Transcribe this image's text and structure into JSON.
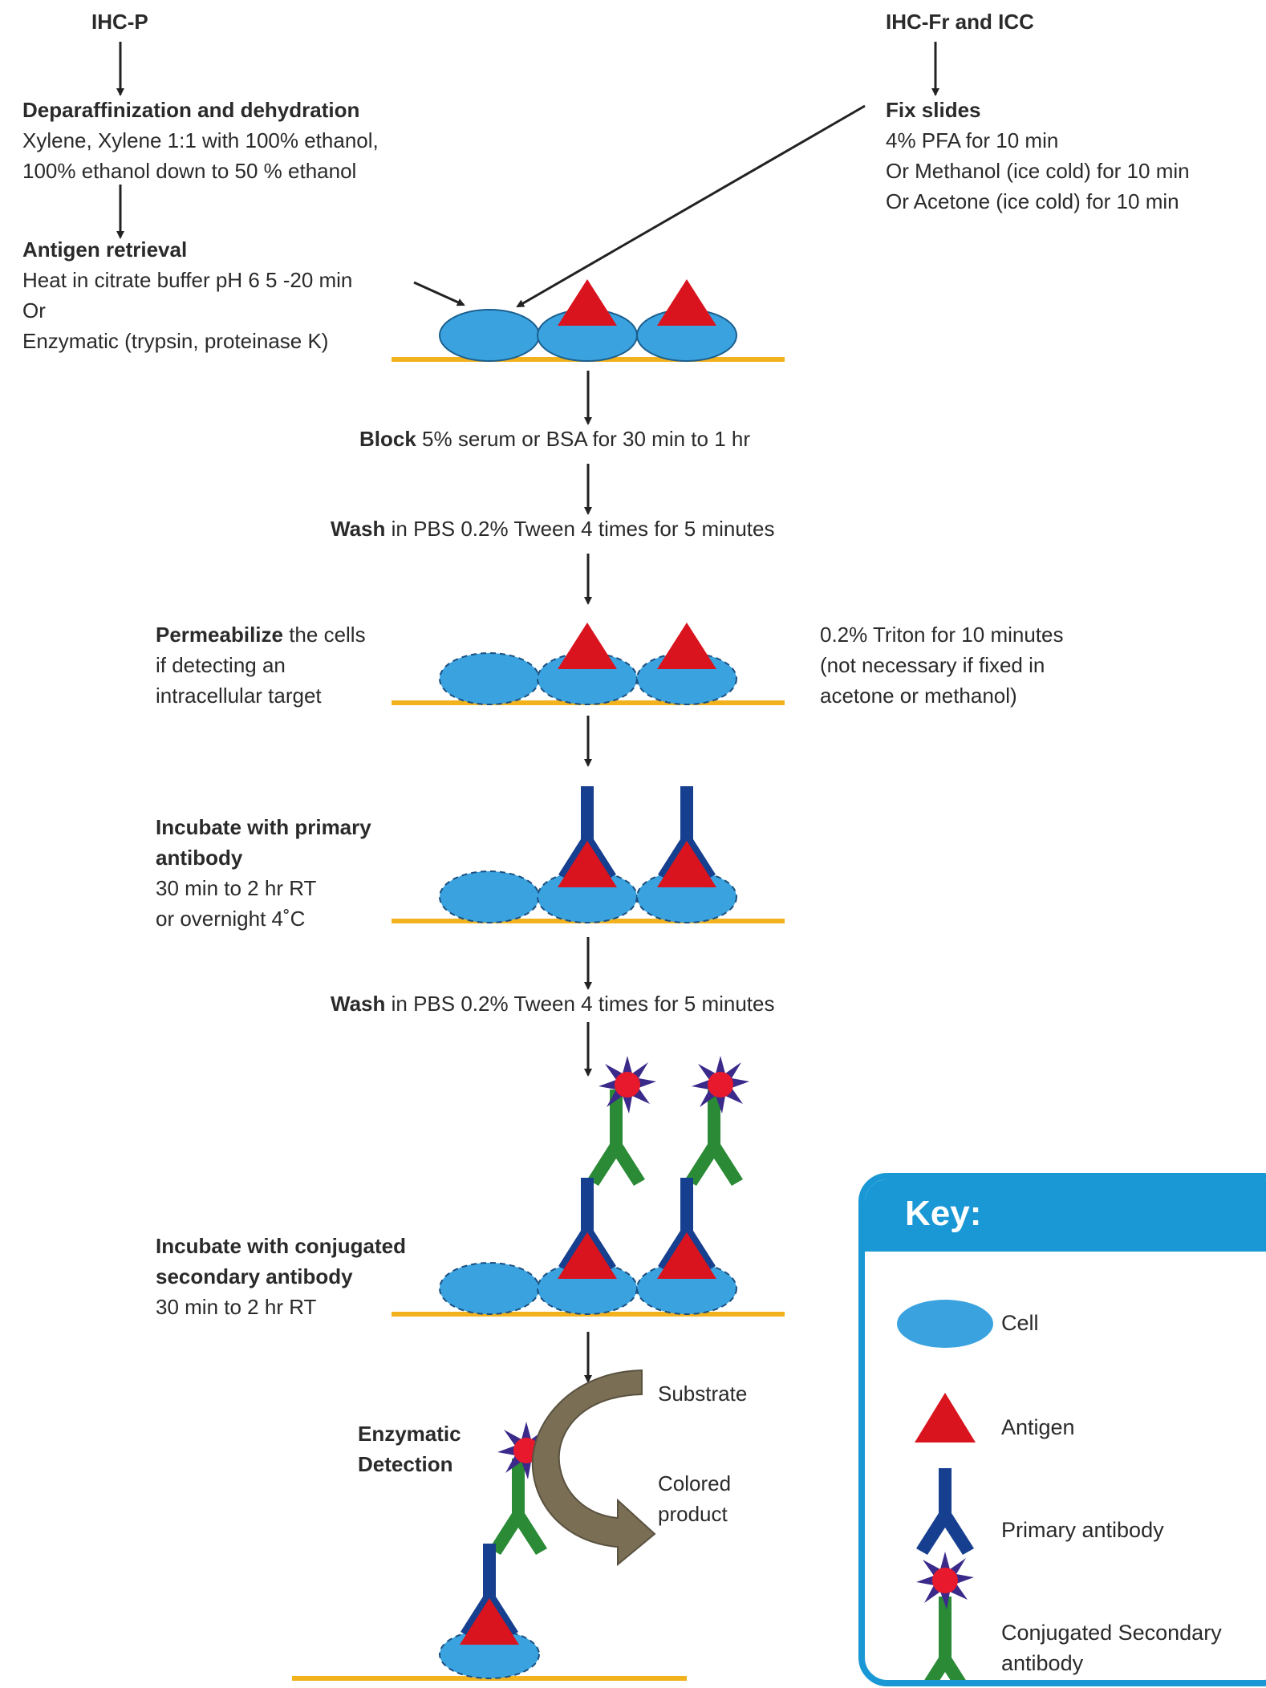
{
  "left_top": {
    "ihcp": "IHC-P",
    "depar_title": "Deparaffinization and dehydration",
    "depar_line1": "Xylene, Xylene 1:1 with 100% ethanol,",
    "depar_line2": "100% ethanol down to 50 % ethanol",
    "antigen_title": "Antigen retrieval",
    "antigen_line1": "Heat in citrate buffer pH 6 5 -20 min",
    "antigen_line2": "Or",
    "antigen_line3": "Enzymatic (trypsin, proteinase K)"
  },
  "right_top": {
    "ihcfr": "IHC-Fr and ICC",
    "fix_title": "Fix slides",
    "fix_line1": "4% PFA for 10 min",
    "fix_line2": "Or Methanol (ice cold) for 10 min",
    "fix_line3": "Or Acetone (ice cold) for 10 min"
  },
  "steps": {
    "block_bold": "Block",
    "block_rest": " 5% serum or BSA for 30 min to 1 hr",
    "wash1_bold": "Wash",
    "wash1_rest": " in PBS 0.2% Tween 4 times for 5 minutes",
    "perm_bold": "Permeabilize",
    "perm_rest": " the cells",
    "perm_line2": "if detecting an",
    "perm_line3": "intracellular target",
    "triton_line1": "0.2% Triton for 10 minutes",
    "triton_line2": "(not necessary if fixed in",
    "triton_line3": "acetone or methanol)",
    "primary_title1": "Incubate with primary",
    "primary_title2": "antibody",
    "primary_line1": "30 min to 2 hr RT",
    "primary_line2": "or overnight 4˚C",
    "wash2_bold": "Wash",
    "wash2_rest": " in PBS 0.2% Tween 4 times for 5 minutes",
    "secondary_title1": "Incubate with conjugated",
    "secondary_title2": "secondary antibody",
    "secondary_line1": "30 min to 2 hr RT",
    "detect_title1": "Enzymatic",
    "detect_title2": "Detection",
    "substrate": "Substrate",
    "colored1": "Colored",
    "colored2": "product"
  },
  "key": {
    "title": "Key:",
    "cell": "Cell",
    "antigen": "Antigen",
    "primary": "Primary antibody",
    "secondary1": "Conjugated Secondary",
    "secondary2": "antibody"
  },
  "colors": {
    "cell": "#3aa3df",
    "antigen": "#d9141e",
    "primary": "#173f8f",
    "secondary": "#2a8a35",
    "slide": "#f2b21e",
    "key_border": "#1a98d5",
    "substrate_arrow": "#7a6f55"
  }
}
